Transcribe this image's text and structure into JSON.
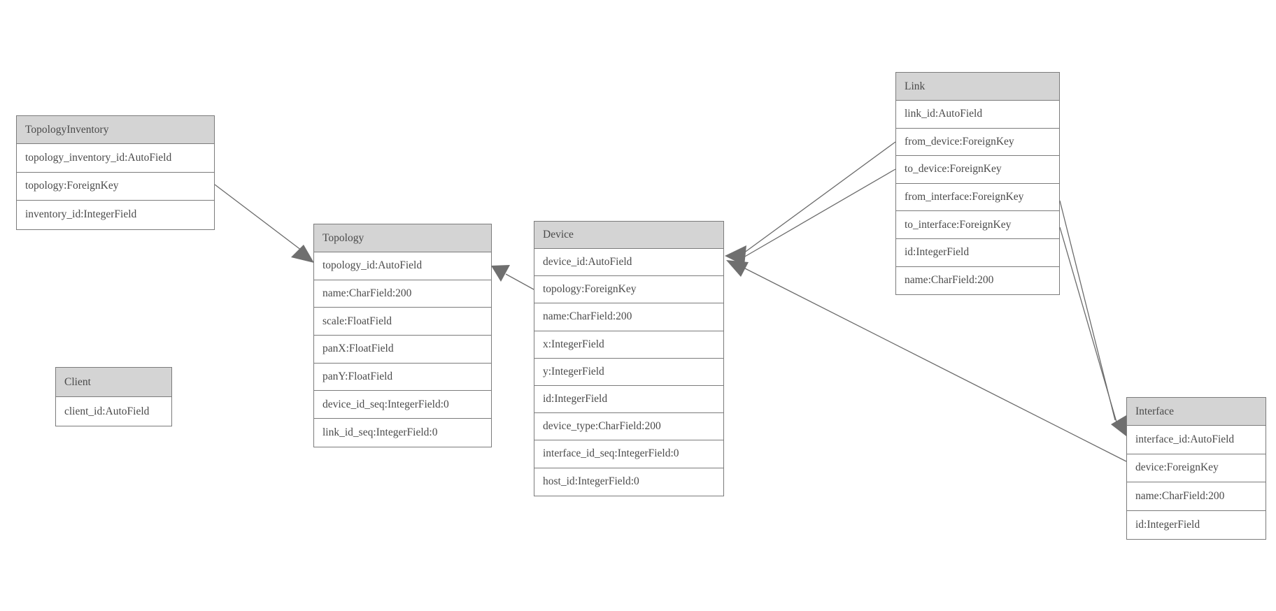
{
  "colors": {
    "background": "#ffffff",
    "header_bg": "#d4d4d4",
    "border": "#7b7b7b",
    "text": "#4a4a4a",
    "line": "#6b6b6b",
    "arrowhead": "#6f6f6f"
  },
  "tables": {
    "topology_inventory": {
      "title": "TopologyInventory",
      "fields": [
        "topology_inventory_id:AutoField",
        "topology:ForeignKey",
        "inventory_id:IntegerField"
      ]
    },
    "topology": {
      "title": "Topology",
      "fields": [
        "topology_id:AutoField",
        "name:CharField:200",
        "scale:FloatField",
        "panX:FloatField",
        "panY:FloatField",
        "device_id_seq:IntegerField:0",
        "link_id_seq:IntegerField:0"
      ]
    },
    "client": {
      "title": "Client",
      "fields": [
        "client_id:AutoField"
      ]
    },
    "device": {
      "title": "Device",
      "fields": [
        "device_id:AutoField",
        "topology:ForeignKey",
        "name:CharField:200",
        "x:IntegerField",
        "y:IntegerField",
        "id:IntegerField",
        "device_type:CharField:200",
        "interface_id_seq:IntegerField:0",
        "host_id:IntegerField:0"
      ]
    },
    "link": {
      "title": "Link",
      "fields": [
        "link_id:AutoField",
        "from_device:ForeignKey",
        "to_device:ForeignKey",
        "from_interface:ForeignKey",
        "to_interface:ForeignKey",
        "id:IntegerField",
        "name:CharField:200"
      ]
    },
    "interface": {
      "title": "Interface",
      "fields": [
        "interface_id:AutoField",
        "device:ForeignKey",
        "name:CharField:200",
        "id:IntegerField"
      ]
    }
  },
  "relationships": [
    {
      "from": "TopologyInventory.topology",
      "to": "Topology"
    },
    {
      "from": "Device.topology",
      "to": "Topology"
    },
    {
      "from": "Link.from_device",
      "to": "Device"
    },
    {
      "from": "Link.to_device",
      "to": "Device"
    },
    {
      "from": "Interface.device",
      "to": "Device"
    },
    {
      "from": "Link.from_interface",
      "to": "Interface"
    },
    {
      "from": "Link.to_interface",
      "to": "Interface"
    }
  ]
}
